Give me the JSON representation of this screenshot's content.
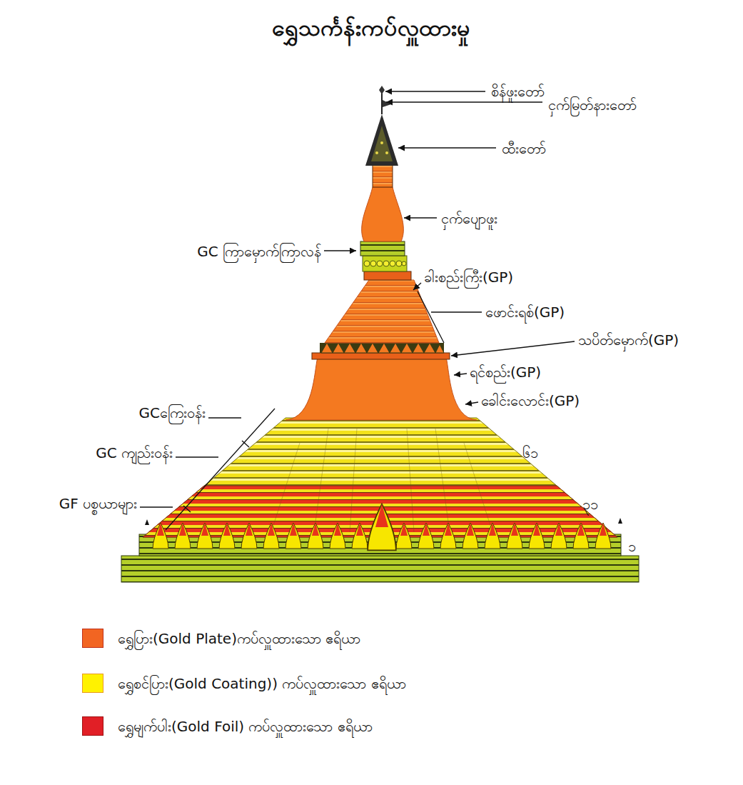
{
  "diagram": {
    "title": "ရွှေသင်္ကန်းကပ်လှူထားမှု",
    "labels": [
      "စိန်ဖူးတော်",
      "ငှက်မြတ်နားတော်",
      "ထီးတော်",
      "ငှက်ပျောဖူး",
      "GC ကြာမှောက်ကြာလန်",
      "ခါးစည်းကြီး(GP)",
      "ဖောင်းရစ်(GP)",
      "သပိတ်မှောက်(GP)",
      "ရင်စည်း(GP)",
      "ခေါင်းလောင်း(GP)",
      "GCကြေးဝန်း",
      "၆၁",
      "GC ကျည်းဝန်း",
      "GF ပစ္စယာများ",
      "၃၁",
      "၁"
    ],
    "legend": [
      {
        "text": "ရွှေပြား(Gold Plate)ကပ်လှူထားသော ဧရိယာ",
        "color": "#f26522"
      },
      {
        "text": "ရွှေစင်ပြား(Gold Coating)) ကပ်လှူထားသော ဧရိယာ",
        "color": "#fff200"
      },
      {
        "text": "ရွှေမျက်ပါး(Gold Foil) ကပ်လှူထားသော ဧရိယာ",
        "color": "#e11f26"
      }
    ]
  }
}
